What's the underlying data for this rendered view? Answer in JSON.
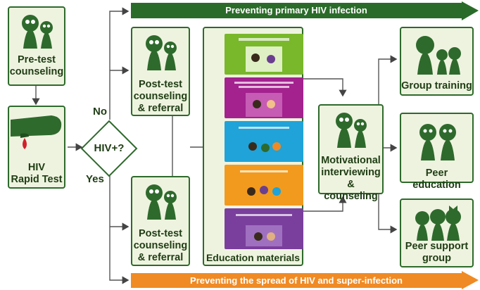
{
  "banners": {
    "top": "Preventing primary HIV infection",
    "bottom": "Preventing the spread of HIV and super-infection"
  },
  "nodes": {
    "pretest": "Pre-test\ncounseling",
    "rapid": "HIV\nRapid Test",
    "decision": "HIV+?",
    "no_label": "No",
    "yes_label": "Yes",
    "posttest_top": "Post-test\ncounseling\n& referral",
    "posttest_bottom": "Post-test\ncounseling\n& referral",
    "education": "Education materials",
    "motivational": "Motivational\ninterviewing\n& counseling",
    "group_training": "Group training",
    "peer_education": "Peer education",
    "peer_support": "Peer support\ngroup"
  },
  "colors": {
    "dark_green": "#2e6a2c",
    "box_fill": "#eef3df",
    "banner_green": "#2b6b2a",
    "banner_orange": "#f08a24",
    "card_green": "#78b82a",
    "card_magenta": "#a3228e",
    "card_blue": "#1fa3d8",
    "card_orange": "#f29a1e",
    "card_purple": "#7a3f9c",
    "drop_red": "#d3202a"
  },
  "icons": [
    "person-pair-icon",
    "person-trio-icon",
    "finger-blood-drop-icon",
    "poster-card-icon"
  ]
}
